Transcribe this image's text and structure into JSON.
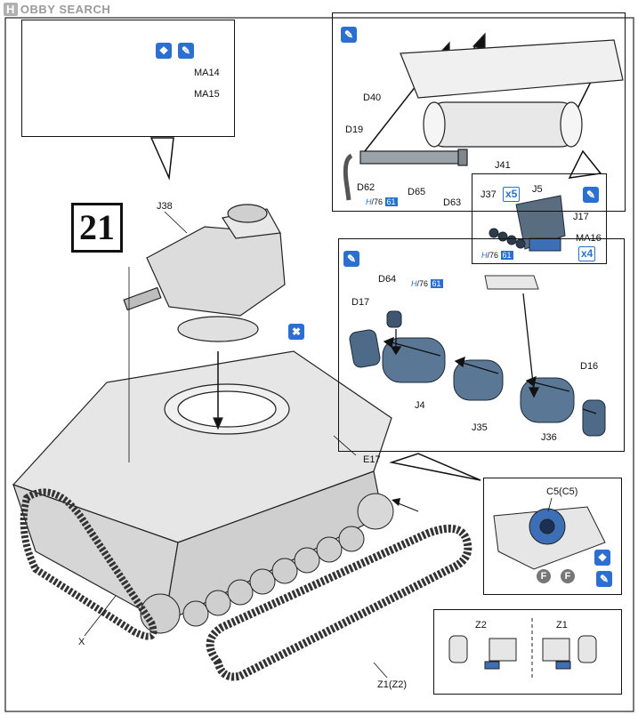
{
  "watermark": {
    "badge": "H",
    "text": "OBBY SEARCH"
  },
  "step": {
    "number": "21"
  },
  "parts": {
    "ma14": "MA14",
    "ma15": "MA15",
    "j38": "J38",
    "d40": "D40",
    "d19": "D19",
    "d62": "D62",
    "d65": "D65",
    "d63": "D63",
    "j41": "J41",
    "j37": "J37",
    "j5": "J5",
    "j17": "J17",
    "ma16": "MA16",
    "d64": "D64",
    "d17": "D17",
    "j4": "J4",
    "j35": "J35",
    "j36": "J36",
    "d16": "D16",
    "e17": "E17",
    "c5": "C5(C5)",
    "x": "X",
    "z2": "Z2",
    "z1": "Z1",
    "z1z2": "Z1(Z2)"
  },
  "quantities": {
    "x5": "x5",
    "x4": "x4"
  },
  "runner_refs": [
    {
      "h": "H",
      "n1": "76",
      "n2": "61"
    },
    {
      "h": "H",
      "n1": "76",
      "n2": "61"
    },
    {
      "h": "H",
      "n1": "76",
      "n2": "61"
    }
  ],
  "symbols": {
    "f1": "F",
    "f2": "F"
  },
  "colors": {
    "accent_blue": "#2a6fd1",
    "part_blue": "#3d6fb6",
    "line": "#111111"
  }
}
